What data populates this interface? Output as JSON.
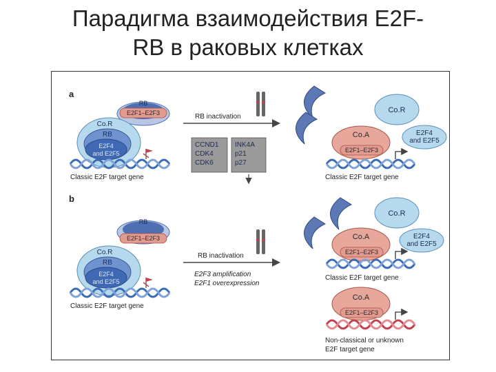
{
  "slide": {
    "title_line1": "Парадигма взаимодействия E2F-",
    "title_line2": "RB в раковых клетках"
  },
  "panel_a": {
    "label": "a",
    "rb": "RB",
    "e2f13": "E2F1–E2F3",
    "cor": "Co.R",
    "rb_inner": "RB",
    "e2f4_line1": "E2F4",
    "e2f4_line2": "and E2F5",
    "classic_gene": "Classic E2F target gene",
    "rb_inactivation": "RB inactivation",
    "box_left": [
      "CCND1",
      "CDK4",
      "CDK6"
    ],
    "box_right": [
      "INK4A",
      "p21",
      "p27"
    ],
    "right_cor": "Co.R",
    "right_coa": "Co.A",
    "right_e2f13": "E2F1–E2F3",
    "right_e2f4_line1": "E2F4",
    "right_e2f4_line2": "and E2F5",
    "right_classic_gene": "Classic E2F target gene"
  },
  "panel_b": {
    "label": "b",
    "rb": "RB",
    "e2f13": "E2F1–E2F3",
    "cor": "Co.R",
    "rb_inner": "RB",
    "e2f4_line1": "E2F4",
    "e2f4_line2": "and E2F5",
    "classic_gene": "Classic E2F target gene",
    "rb_inactivation": "RB inactivation",
    "amp_line1": "E2F3 amplification",
    "amp_line2": "E2F1 overexpression",
    "right_cor": "Co.R",
    "right_coa": "Co.A",
    "right_e2f13": "E2F1–E2F3",
    "right_e2f4_line1": "E2F4",
    "right_e2f4_line2": "and E2F5",
    "right_classic_gene": "Classic E2F target gene",
    "right_coa2": "Co.A",
    "right_e2f13_2": "E2F1–E2F3",
    "nonclassic_line1": "Non-classical or unknown",
    "nonclassic_line2": "E2F target gene"
  },
  "colors": {
    "rb_blue": "#4e6fb1",
    "e2f_pink": "#e39a8f",
    "cor_light": "#b7d9ee",
    "coa_pink": "#e7a79a",
    "dna_blue": "#3b6cb4",
    "dna_red": "#c0444e",
    "gray_box": "#9a9a9a"
  }
}
